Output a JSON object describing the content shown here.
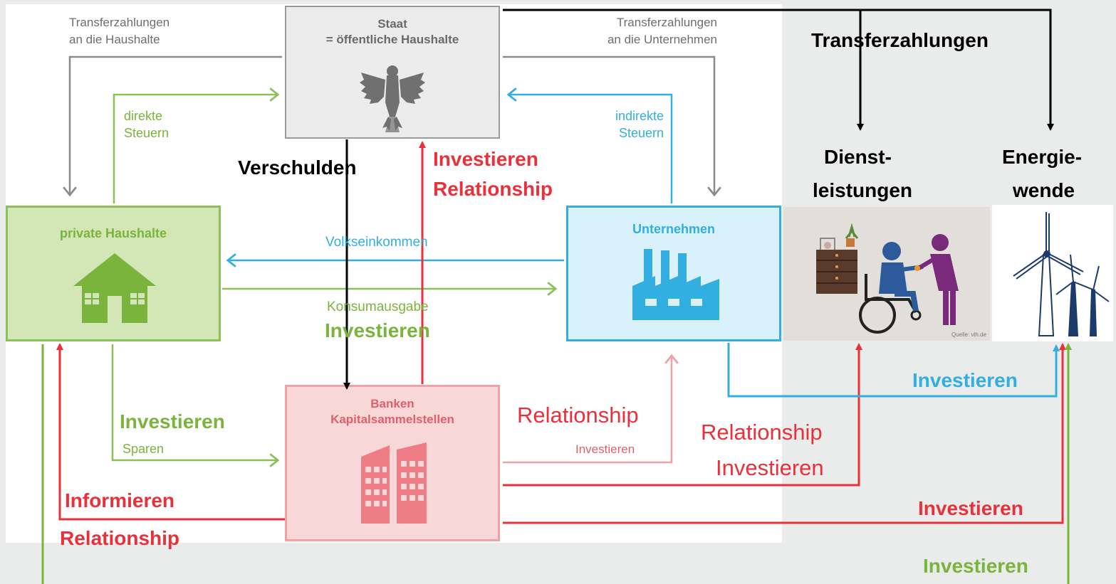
{
  "labels": {
    "transfer_hh_1": "Transferzahlungen",
    "transfer_hh_2": "an die Haushalte",
    "transfer_un_1": "Transferzahlungen",
    "transfer_un_2": "an die Unternehmen",
    "transfer_big": "Transferzahlungen",
    "direkte_1": "direkte",
    "direkte_2": "Steuern",
    "indirekte_1": "indirekte",
    "indirekte_2": "Steuern",
    "volkseinkommen": "Volkseinkommen",
    "konsumausgabe": "Konsumausgabe",
    "sparen": "Sparen",
    "investieren_small": "Investieren",
    "verschulden": "Verschulden",
    "investieren_red_top": "Investieren",
    "relationship_red_top": "Relationship",
    "investieren_green_mid": "Investieren",
    "investieren_green_left": "Investieren",
    "relationship_bank_right": "Relationship",
    "relationship_dienst": "Relationship",
    "investieren_dienst": "Investieren",
    "investieren_cyan": "Investieren",
    "investieren_red_bottom": "Investieren",
    "investieren_green_bottom": "Investieren",
    "informieren": "Informieren",
    "relationship_left": "Relationship",
    "dienst_1": "Dienst-",
    "dienst_2": "leistungen",
    "energie_1": "Energie-",
    "energie_2": "wende",
    "quelle": "Quelle: vlh.de"
  },
  "boxes": {
    "staat_1": "Staat",
    "staat_2": "= öffentliche Haushalte",
    "haushalte": "private Haushalte",
    "unternehmen": "Unternehmen",
    "banken_1": "Banken",
    "banken_2": "Kapitalsammelstellen"
  },
  "colors": {
    "gray": "#8a8a8a",
    "green": "#7ab43c",
    "cyan": "#33aee0",
    "red": "#e8313b",
    "black": "#000000"
  }
}
